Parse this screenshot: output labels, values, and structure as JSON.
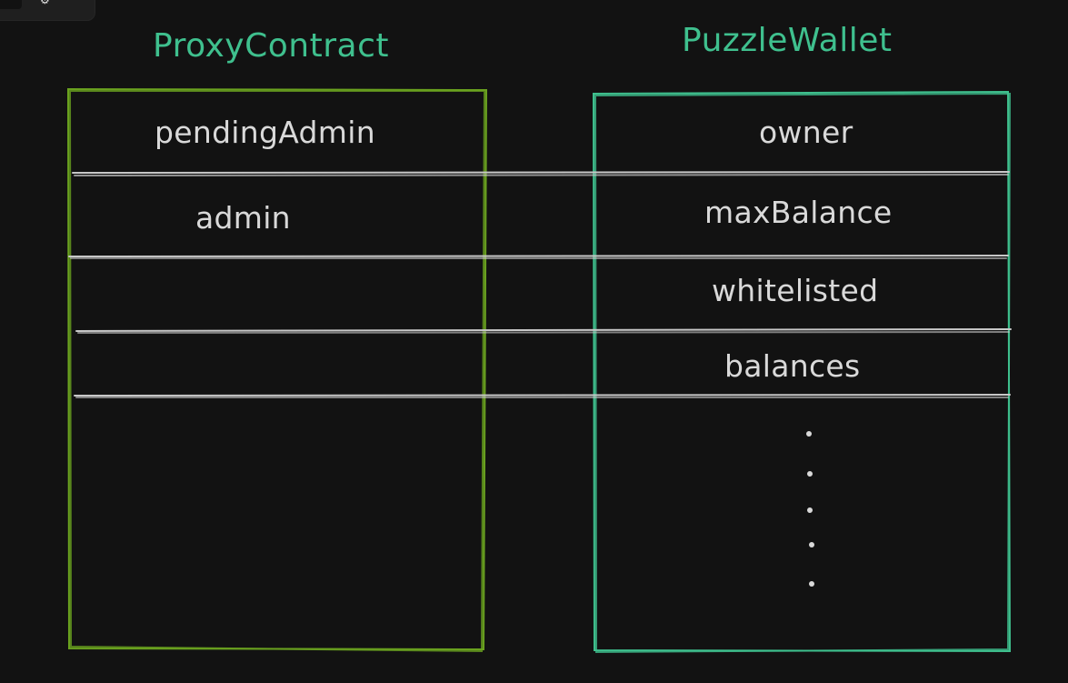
{
  "diagram": {
    "colors": {
      "background": "#121212",
      "proxy_border": "#6aa21f",
      "wallet_border": "#3fc08e",
      "divider": "#c8c8c8",
      "title": "#3fc08e",
      "text": "#d9d9d9"
    },
    "proxy_contract": {
      "title": "ProxyContract",
      "slots": [
        "pendingAdmin",
        "admin",
        "",
        ""
      ]
    },
    "puzzle_wallet": {
      "title": "PuzzleWallet",
      "slots": [
        "owner",
        "maxBalance",
        "whitelisted",
        "balances"
      ],
      "continuation": "ellipsis-dots"
    },
    "toolbar": {
      "icon": "gear-icon"
    }
  }
}
